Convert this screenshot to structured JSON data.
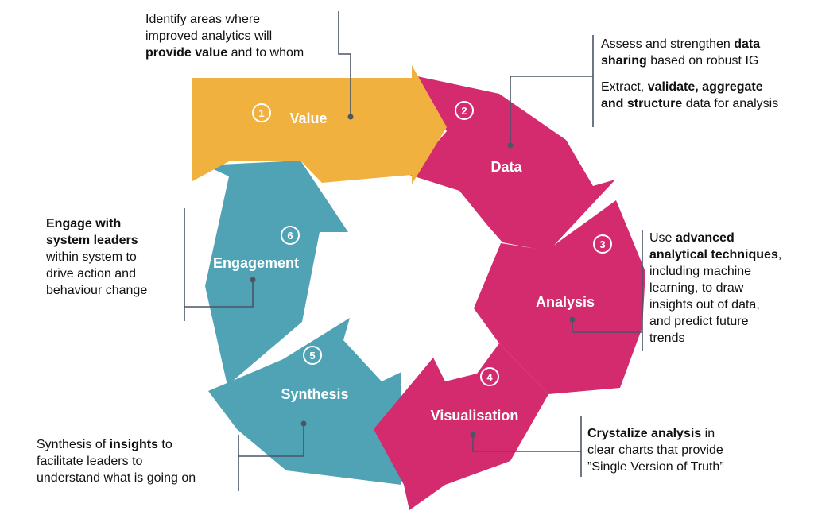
{
  "colors": {
    "value": "#F0B13E",
    "magenta": "#D42B6F",
    "teal": "#4FA3B4",
    "connector": "#4A5566"
  },
  "stages": [
    {
      "number": "1",
      "label": "Value"
    },
    {
      "number": "2",
      "label": "Data"
    },
    {
      "number": "3",
      "label": "Analysis"
    },
    {
      "number": "4",
      "label": "Visualisation"
    },
    {
      "number": "5",
      "label": "Synthesis"
    },
    {
      "number": "6",
      "label": "Engagement"
    }
  ],
  "annotations": {
    "value": {
      "l1": "Identify areas where",
      "l2": "improved analytics will",
      "l3_b": "provide value",
      "l3_r": " and to whom"
    },
    "data": {
      "p1_l1_r": "Assess and strengthen ",
      "p1_l1_b": "data",
      "p1_l2_b": "sharing",
      "p1_l2_r": " based on robust IG",
      "p2_l1_r": "Extract, ",
      "p2_l1_b": "validate, aggregate",
      "p2_l2_b": "and structure",
      "p2_l2_r": " data for analysis"
    },
    "analysis": {
      "l1_r": "Use ",
      "l1_b": "advanced",
      "l2_b": "analytical techniques",
      "l2_r": ",",
      "l3": "including machine",
      "l4": "learning, to draw",
      "l5": "insights out of data,",
      "l6": "and predict future",
      "l7": "trends"
    },
    "visualisation": {
      "l1_b": "Crystalize analysis",
      "l1_r": " in",
      "l2": "clear charts that provide",
      "l3": "”Single Version of Truth”"
    },
    "synthesis": {
      "l1_r": "Synthesis of ",
      "l1_b": "insights",
      "l1_r2": " to",
      "l2": "facilitate leaders to",
      "l3": "understand what is going on"
    },
    "engagement": {
      "l1_b": "Engage with",
      "l2_b": "system leaders",
      "l3": "within system to",
      "l4": "drive action and",
      "l5": "behaviour change"
    }
  }
}
